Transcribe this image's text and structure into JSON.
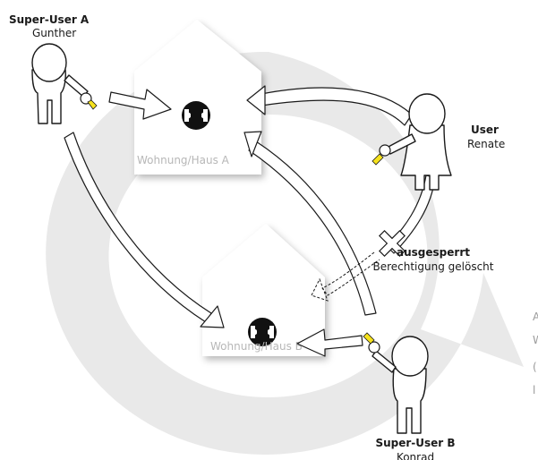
{
  "actors": {
    "superuser_a": {
      "role": "Super-User A",
      "name": "Gunther"
    },
    "user": {
      "role": "User",
      "name": "Renate"
    },
    "superuser_b": {
      "role": "Super-User B",
      "name": "Konrad"
    }
  },
  "houses": {
    "a": {
      "label": "Wohnung/Haus  A"
    },
    "b": {
      "label": "Wohnung/Haus B"
    }
  },
  "blocked": {
    "title": "ausgesperrt",
    "subtitle": "Berechtigung gelöscht"
  },
  "edge_chars": [
    "A",
    "W",
    "(",
    "l"
  ],
  "colors": {
    "background_circle": "#e9e9e9",
    "house_fill": "#ffffff",
    "arrow_stroke": "#1a1a1a",
    "key_yellow": "#f6e21c",
    "label_grey": "#b7b7b7"
  },
  "icons": [
    "person-icon",
    "key-icon",
    "lock-cylinder-icon",
    "house-icon",
    "arrow-icon",
    "cross-icon"
  ]
}
